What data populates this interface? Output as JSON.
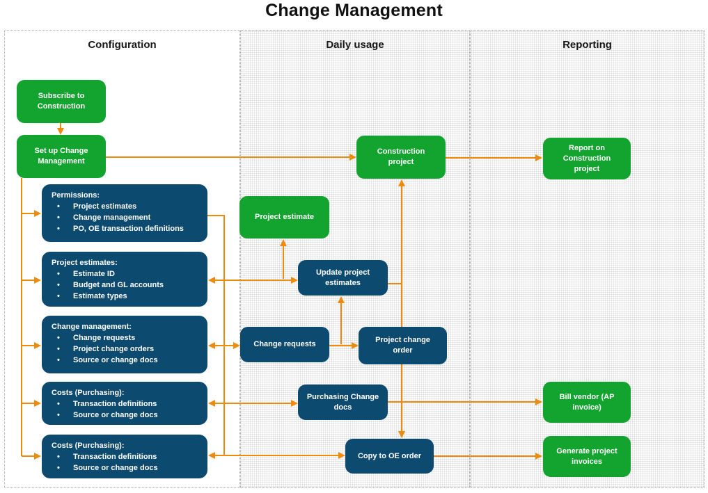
{
  "title": "Change Management",
  "columns": {
    "configuration": "Configuration",
    "daily_usage": "Daily usage",
    "reporting": "Reporting"
  },
  "colors": {
    "node_green": "#12A42E",
    "node_navy": "#0D4A70",
    "arrow_orange": "#EE8A0C",
    "text_on_node": "#FFFFFF"
  },
  "nodes": {
    "subscribe": "Subscribe to Construction",
    "setup": "Set up Change Management",
    "construction_project": "Construction project",
    "report_construction": "Report on Construction project",
    "project_estimate": "Project estimate",
    "update_estimates": "Update project estimates",
    "change_requests": "Change requests",
    "project_change_order": "Project change order",
    "purchasing_docs": "Purchasing Change docs",
    "copy_oe": "Copy to OE order",
    "bill_vendor": "Bill vendor (AP invoice)",
    "generate_invoices": "Generate project invoices"
  },
  "lists": {
    "permissions": {
      "title": "Permissions:",
      "items": [
        "Project estimates",
        "Change management",
        "PO, OE transaction definitions"
      ]
    },
    "project_estimates": {
      "title": "Project estimates:",
      "items": [
        "Estimate ID",
        "Budget and GL accounts",
        "Estimate types"
      ]
    },
    "change_management": {
      "title": "Change management:",
      "items": [
        "Change requests",
        "Project change orders",
        "Source or change docs"
      ]
    },
    "costs_purchasing_1": {
      "title": "Costs  (Purchasing):",
      "items": [
        "Transaction definitions",
        "Source or change docs"
      ]
    },
    "costs_purchasing_2": {
      "title": "Costs  (Purchasing):",
      "items": [
        "Transaction definitions",
        "Source or change docs"
      ]
    }
  }
}
